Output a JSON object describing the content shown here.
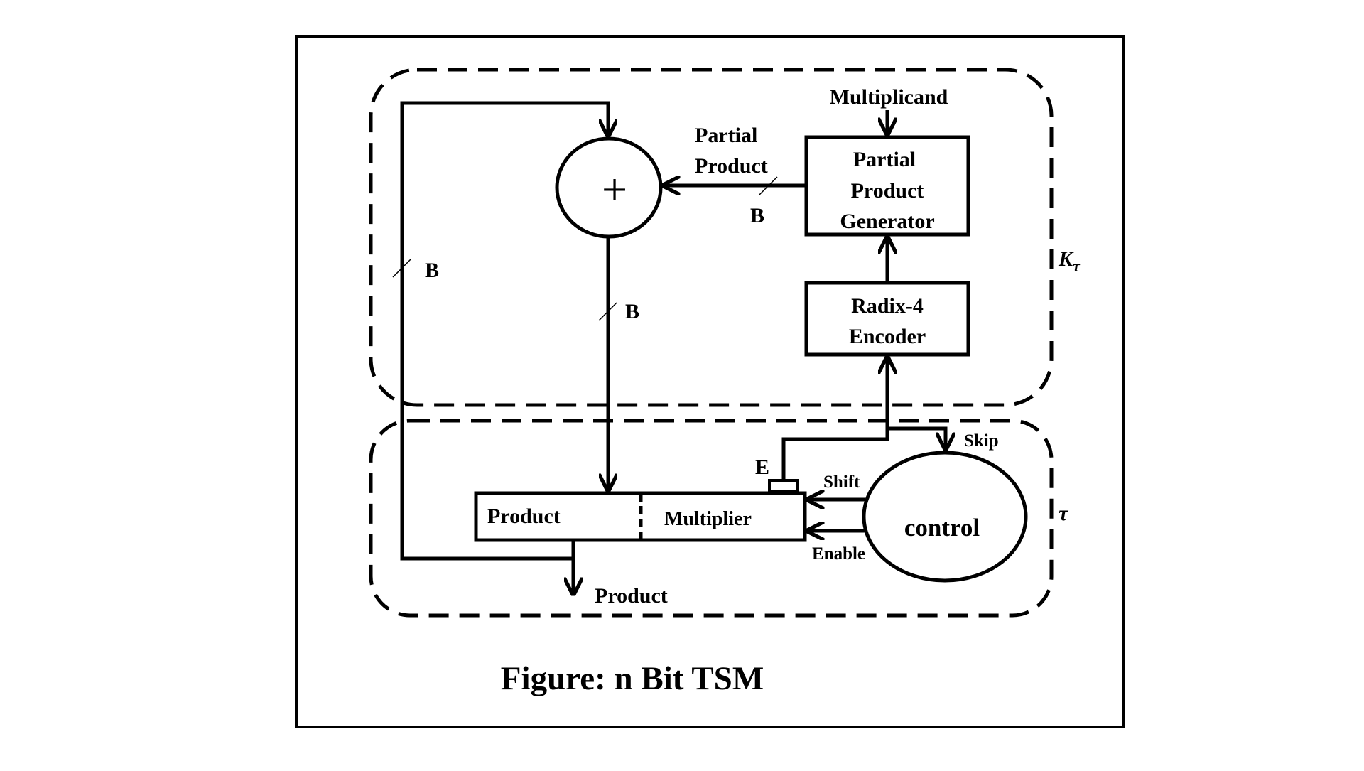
{
  "diagram": {
    "title": "Figure: n Bit TSM",
    "blocks": {
      "adder_symbol": "+",
      "ppg": [
        "Partial",
        "Product",
        "Generator"
      ],
      "encoder": [
        "Radix-4",
        "Encoder"
      ],
      "register_left": "Product",
      "register_right": "Multiplier",
      "control": "control"
    },
    "labels": {
      "multiplicand": "Multiplicand",
      "partial_product": [
        "Partial",
        "Product"
      ],
      "bus_width": "B",
      "enable_register": "E",
      "skip": "Skip",
      "shift": "Shift",
      "enable": "Enable",
      "product_out": "Product"
    },
    "regions": {
      "upper": "K",
      "upper_subscript": "τ",
      "lower": "τ"
    }
  }
}
